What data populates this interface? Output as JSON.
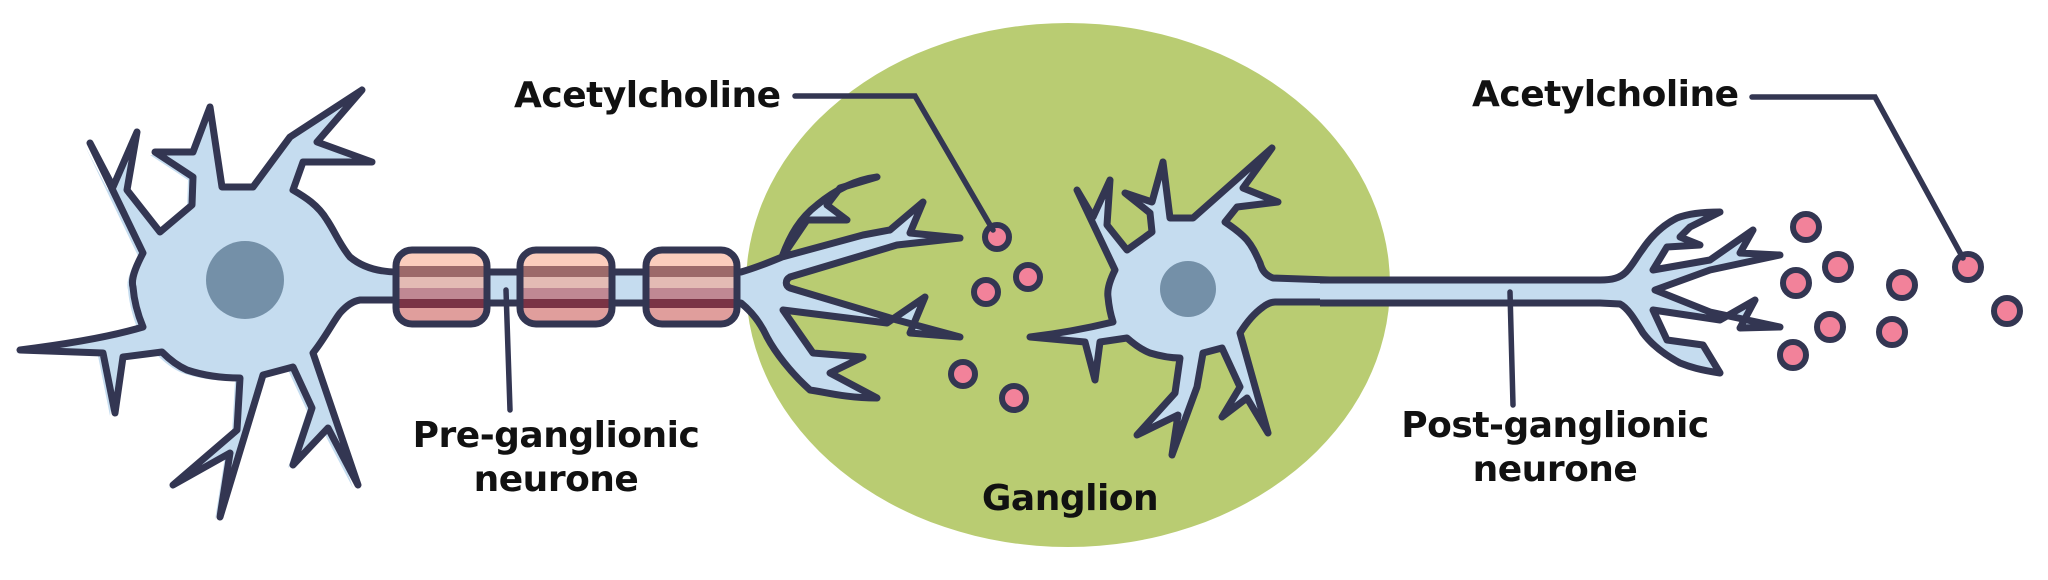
{
  "diagram": {
    "title": "Pre- and post-ganglionic neurones with acetylcholine release",
    "colors": {
      "background": "#ffffff",
      "ganglion": "#b9cc72",
      "outline": "#333652",
      "neuron_fill": "#c5dcef",
      "nucleus": "#7490a8",
      "acetylcholine_dot": "#f2829a",
      "myelin_bands": [
        "#fbcdbd",
        "#9c6a6a",
        "#e3bbb4",
        "#c08893",
        "#7a3345",
        "#e09e9c"
      ]
    },
    "labels": {
      "acetylcholine_left": "Acetylcholine",
      "acetylcholine_right": "Acetylcholine",
      "pre_ganglionic_line1": "Pre-ganglionic",
      "pre_ganglionic_line2": "neurone",
      "ganglion": "Ganglion",
      "post_ganglionic_line1": "Post-ganglionic",
      "post_ganglionic_line2": "neurone"
    },
    "structures": {
      "pre_ganglionic_neurone": {
        "myelin_segments": 3
      },
      "ganglion": {
        "shape": "ellipse"
      },
      "post_ganglionic_neurone": {
        "myelin_segments": 0
      },
      "acetylcholine_in_ganglion": {
        "count": 5
      },
      "acetylcholine_at_effector": {
        "count": 9
      }
    }
  }
}
